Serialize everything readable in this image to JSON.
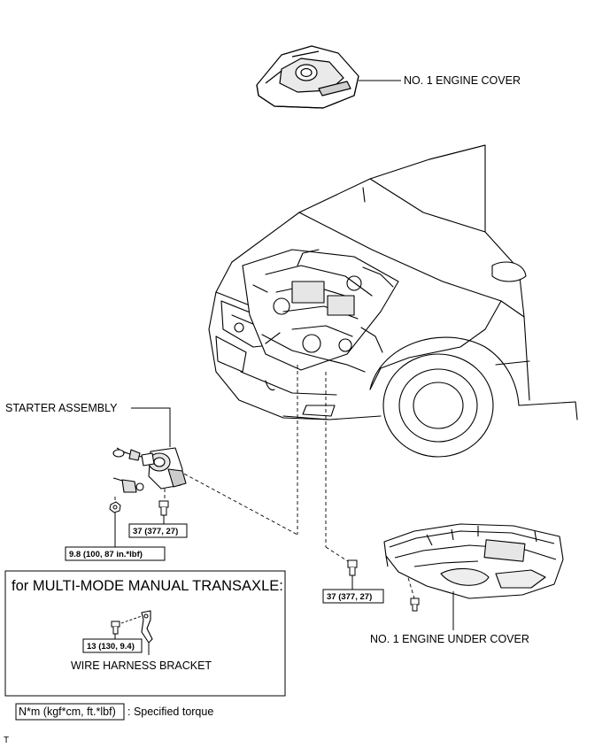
{
  "labels": {
    "engine_cover": "NO. 1 ENGINE COVER",
    "starter_assembly": "STARTER ASSEMBLY",
    "engine_under_cover": "NO. 1 ENGINE UNDER COVER",
    "wire_harness_bracket": "WIRE HARNESS BRACKET"
  },
  "torques": {
    "starter_upper_bolt": "37 (377, 27)",
    "starter_nut": "9.8 (100, 87 in.*lbf)",
    "starter_lower_bolt": "37 (377, 27)",
    "bracket_bolt": "13 (130, 9.4)"
  },
  "inset": {
    "title": "for MULTI-MODE MANUAL TRANSAXLE:"
  },
  "legend": {
    "unit_box": "N*m (kgf*cm, ft.*lbf)",
    "description": ": Specified torque"
  },
  "corner_mark": "T"
}
